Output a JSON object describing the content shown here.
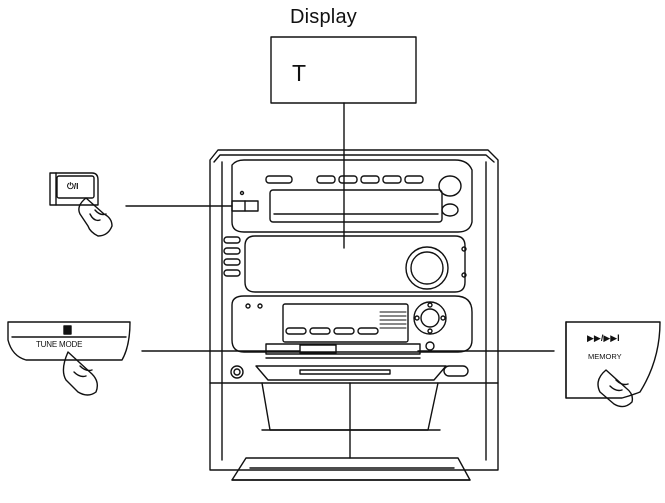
{
  "diagram": {
    "display_title": "Display",
    "display_char": "T",
    "power_button_symbol": "⏻/I",
    "tune_mode_label": "TUNE MODE",
    "memory_arrows": "▶▶/▶▶I",
    "memory_label": "MEMORY",
    "ink_color": "#111111"
  }
}
